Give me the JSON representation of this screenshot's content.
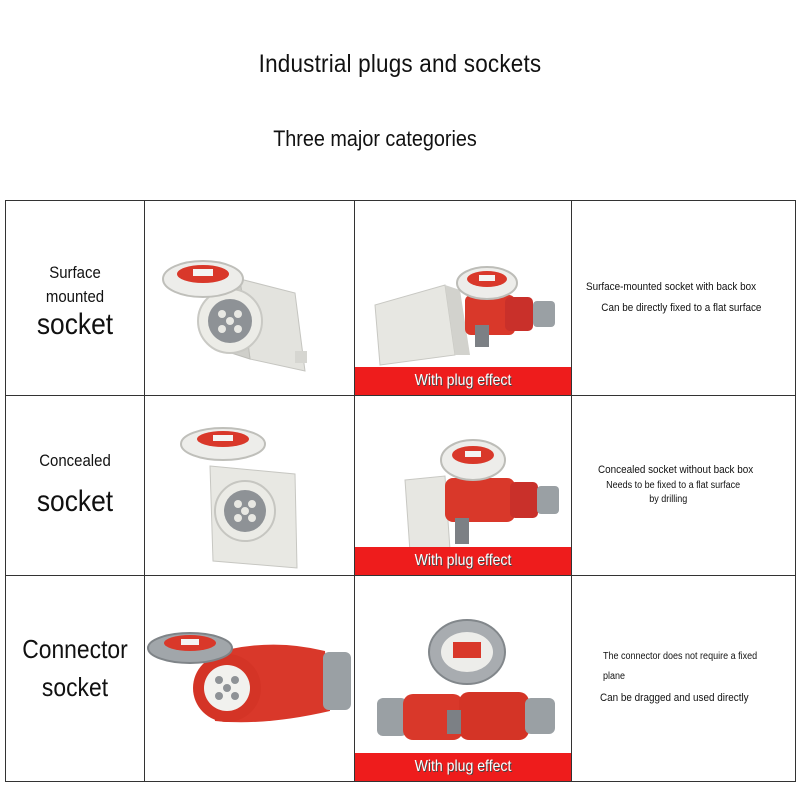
{
  "header": {
    "title": "Industrial plugs and sockets",
    "subtitle": "Three major categories"
  },
  "colors": {
    "socket_red": "#d9382a",
    "socket_white": "#e9e9e4",
    "socket_grey": "#9a9fa3",
    "effect_red": "#ee1c1c"
  },
  "rows": [
    {
      "label_line1": "Surface",
      "label_line2": "mounted",
      "label_line3": "socket",
      "effect": "With plug effect",
      "desc_line1": "Surface-mounted socket with back box",
      "desc_line2": "Can be directly fixed to a flat surface"
    },
    {
      "label_line1": "Concealed",
      "label_line2": "socket",
      "effect": "With plug effect",
      "desc_line1": "Concealed socket without back box",
      "desc_line2": "Needs to be fixed to a flat surface",
      "desc_line3": "by drilling"
    },
    {
      "label_line1": "Connector",
      "label_line2": "socket",
      "effect": "With plug effect",
      "desc_line1": "The connector does not require a fixed plane",
      "desc_line2": "Can be dragged and used directly"
    }
  ]
}
